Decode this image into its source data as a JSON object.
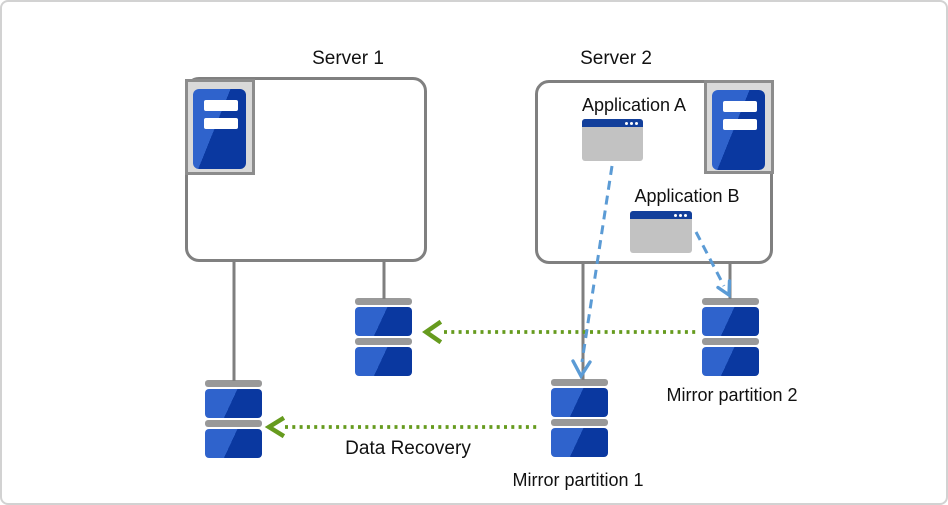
{
  "labels": {
    "server1": "Server 1",
    "server2": "Server 2",
    "application_a": "Application A",
    "application_b": "Application B",
    "mirror_partition_1": "Mirror partition 1",
    "mirror_partition_2": "Mirror partition 2",
    "data_recovery": "Data Recovery"
  },
  "icons": {
    "server": "server-tower-icon",
    "application": "app-window-icon",
    "disk": "disk-partition-icon"
  },
  "colors": {
    "disk_blue_light": "#2f63cc",
    "disk_blue_dark": "#0a38a0",
    "disk_cap_gray": "#999999",
    "connector_gray": "#7f7f7f",
    "green_arrow": "#669b1e",
    "blue_dashed_arrow": "#5b9bd5",
    "app_titlebar_blue": "#123f9b",
    "app_body_gray": "#c2c2c2",
    "icon_frame_gray": "#8c8c8c",
    "icon_frame_fill": "#d9d9d9",
    "box_border_gray": "#808080",
    "canvas_border": "#d2d2d2",
    "text_color": "#111111"
  }
}
